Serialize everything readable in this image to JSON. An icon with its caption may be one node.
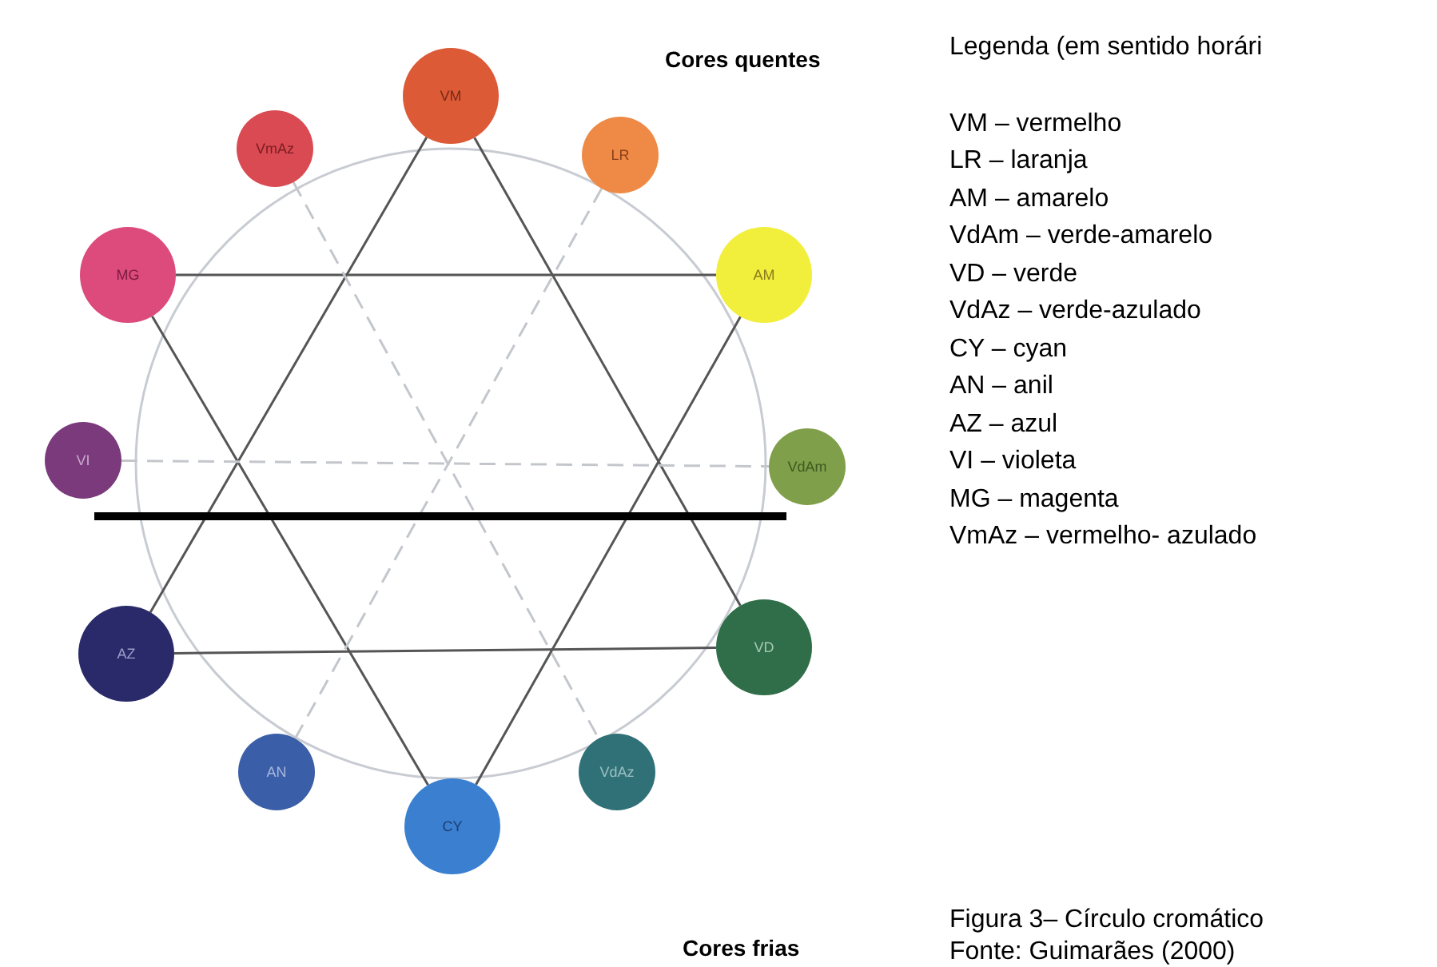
{
  "diagram": {
    "nodes": [
      {
        "text": [
          "VM"
        ]
      },
      {
        "text": [
          "LR"
        ]
      },
      {
        "text": [
          "AM"
        ]
      },
      {
        "text": [
          "VdAm"
        ]
      },
      {
        "text": [
          "VD"
        ]
      },
      {
        "text": [
          "VdAz"
        ]
      },
      {
        "text": [
          "CY"
        ]
      },
      {
        "text": [
          "AN"
        ]
      },
      {
        "text": [
          "AZ"
        ]
      },
      {
        "text": [
          "VI"
        ]
      },
      {
        "text": [
          "MG"
        ]
      },
      {
        "text": [
          "VmAz"
        ]
      }
    ],
    "edges": [
      {
        "from": 0,
        "to": 4,
        "arrow": "none"
      },
      {
        "from": 4,
        "to": 8,
        "arrow": "none"
      },
      {
        "from": 8,
        "to": 0,
        "arrow": "none"
      },
      {
        "from": 10,
        "to": 2,
        "arrow": "none"
      },
      {
        "from": 2,
        "to": 6,
        "arrow": "none"
      },
      {
        "from": 6,
        "to": 10,
        "arrow": "none"
      },
      {
        "from": 11,
        "to": 5,
        "arrow": "none",
        "style": "dashed",
        "color": "#c3c7cc"
      },
      {
        "from": 1,
        "to": 7,
        "arrow": "none",
        "style": "dashed",
        "color": "#c3c7cc"
      },
      {
        "from": 9,
        "to": 3,
        "arrow": "none",
        "style": "dashed",
        "color": "#c3c7cc"
      }
    ],
    "labels": [
      "Cores quentes",
      "Legenda (em sentido horári",
      "VM – vermelho",
      "LR – laranja",
      "AM – amarelo",
      "VdAm – verde-amarelo",
      "VD – verde",
      "VdAz – verde-azulado",
      "CY – cyan",
      "AN – anil",
      "AZ – azul",
      "VI – violeta",
      "MG – magenta",
      "VmAz – vermelho- azulado",
      "Figura 3– Círculo cromático",
      "Fonte: Guimarães (2000)",
      "Cores frias"
    ]
  }
}
